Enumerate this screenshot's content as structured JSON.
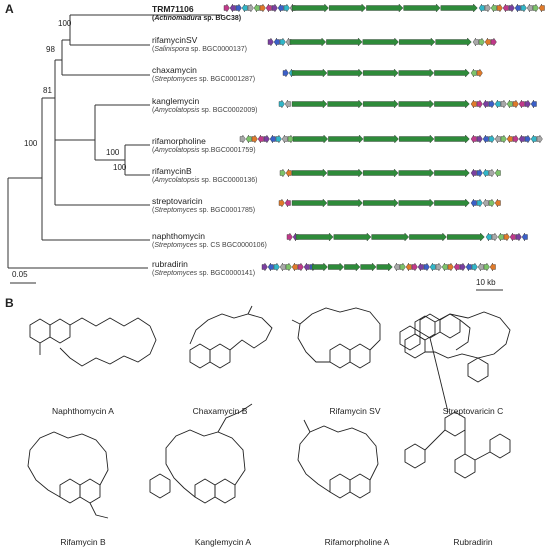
{
  "panels": {
    "a": "A",
    "b": "B"
  },
  "taxa": [
    {
      "name": "TRM71106",
      "source_open": "(",
      "genus": "Actinomadura",
      "source_rest": " sp. BGC38)",
      "highlight": true
    },
    {
      "name": "rifamycinSV",
      "source_open": "(",
      "genus": "Salinispora",
      "source_rest": " sp. BGC0000137)",
      "highlight": false
    },
    {
      "name": "chaxamycin",
      "source_open": "(",
      "genus": "Streptomyces",
      "source_rest": " sp. BGC0001287)",
      "highlight": false
    },
    {
      "name": "kanglemycin",
      "source_open": "(",
      "genus": "Amycolatopsis",
      "source_rest": " sp. BGC0002009)",
      "highlight": false
    },
    {
      "name": "rifamorpholine",
      "source_open": "(",
      "genus": "Amycolatopsis",
      "source_rest": " sp.BGC0001759)",
      "highlight": false
    },
    {
      "name": "rifamycinB",
      "source_open": "(",
      "genus": "Amycolatopsis",
      "source_rest": " sp. BGC0000136)",
      "highlight": false
    },
    {
      "name": "streptovaricin",
      "source_open": "(",
      "genus": "Streptomyces",
      "source_rest": " sp. BGC0001785)",
      "highlight": false
    },
    {
      "name": "naphthomycin",
      "source_open": "(",
      "genus": "Streptomyces",
      "source_rest": " sp. CS BGC0000106)",
      "highlight": false
    },
    {
      "name": "rubradirin",
      "source_open": "(",
      "genus": "Streptomyces",
      "source_rest": " sp. BGC0000141)",
      "highlight": false
    }
  ],
  "bootstrap": [
    "100",
    "98",
    "81",
    "100",
    "100"
  ],
  "tree_scale": "0.05",
  "cluster_scale": "10 kb",
  "colors": {
    "pks": "#2e8b3a",
    "green_light": "#7cc36a",
    "magenta": "#c0398a",
    "purple": "#7b3fa0",
    "blue": "#3b5fc8",
    "cyan": "#31b6c8",
    "gray": "#a8a8a8",
    "orange": "#e07a2a"
  },
  "structures": [
    {
      "name": "Naphthomycin A"
    },
    {
      "name": "Chaxamycin B"
    },
    {
      "name": "Rifamycin SV"
    },
    {
      "name": "Streptovaricin C"
    },
    {
      "name": "Rifamycin B"
    },
    {
      "name": "Kanglemycin A"
    },
    {
      "name": "Rifamorpholine A"
    },
    {
      "name": "Rubradirin"
    }
  ]
}
